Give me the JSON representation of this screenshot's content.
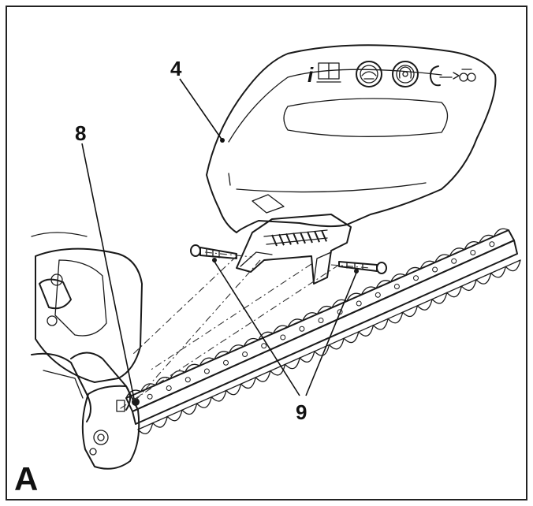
{
  "figure": {
    "panel_label": "A",
    "callouts": {
      "guard": "4",
      "housing_hole": "8",
      "screws": "9"
    },
    "icons": [
      "info-manual-icon",
      "eye-protection-icon",
      "ear-protection-icon",
      "blade-arrow-icon"
    ],
    "info_glyph": "i"
  }
}
